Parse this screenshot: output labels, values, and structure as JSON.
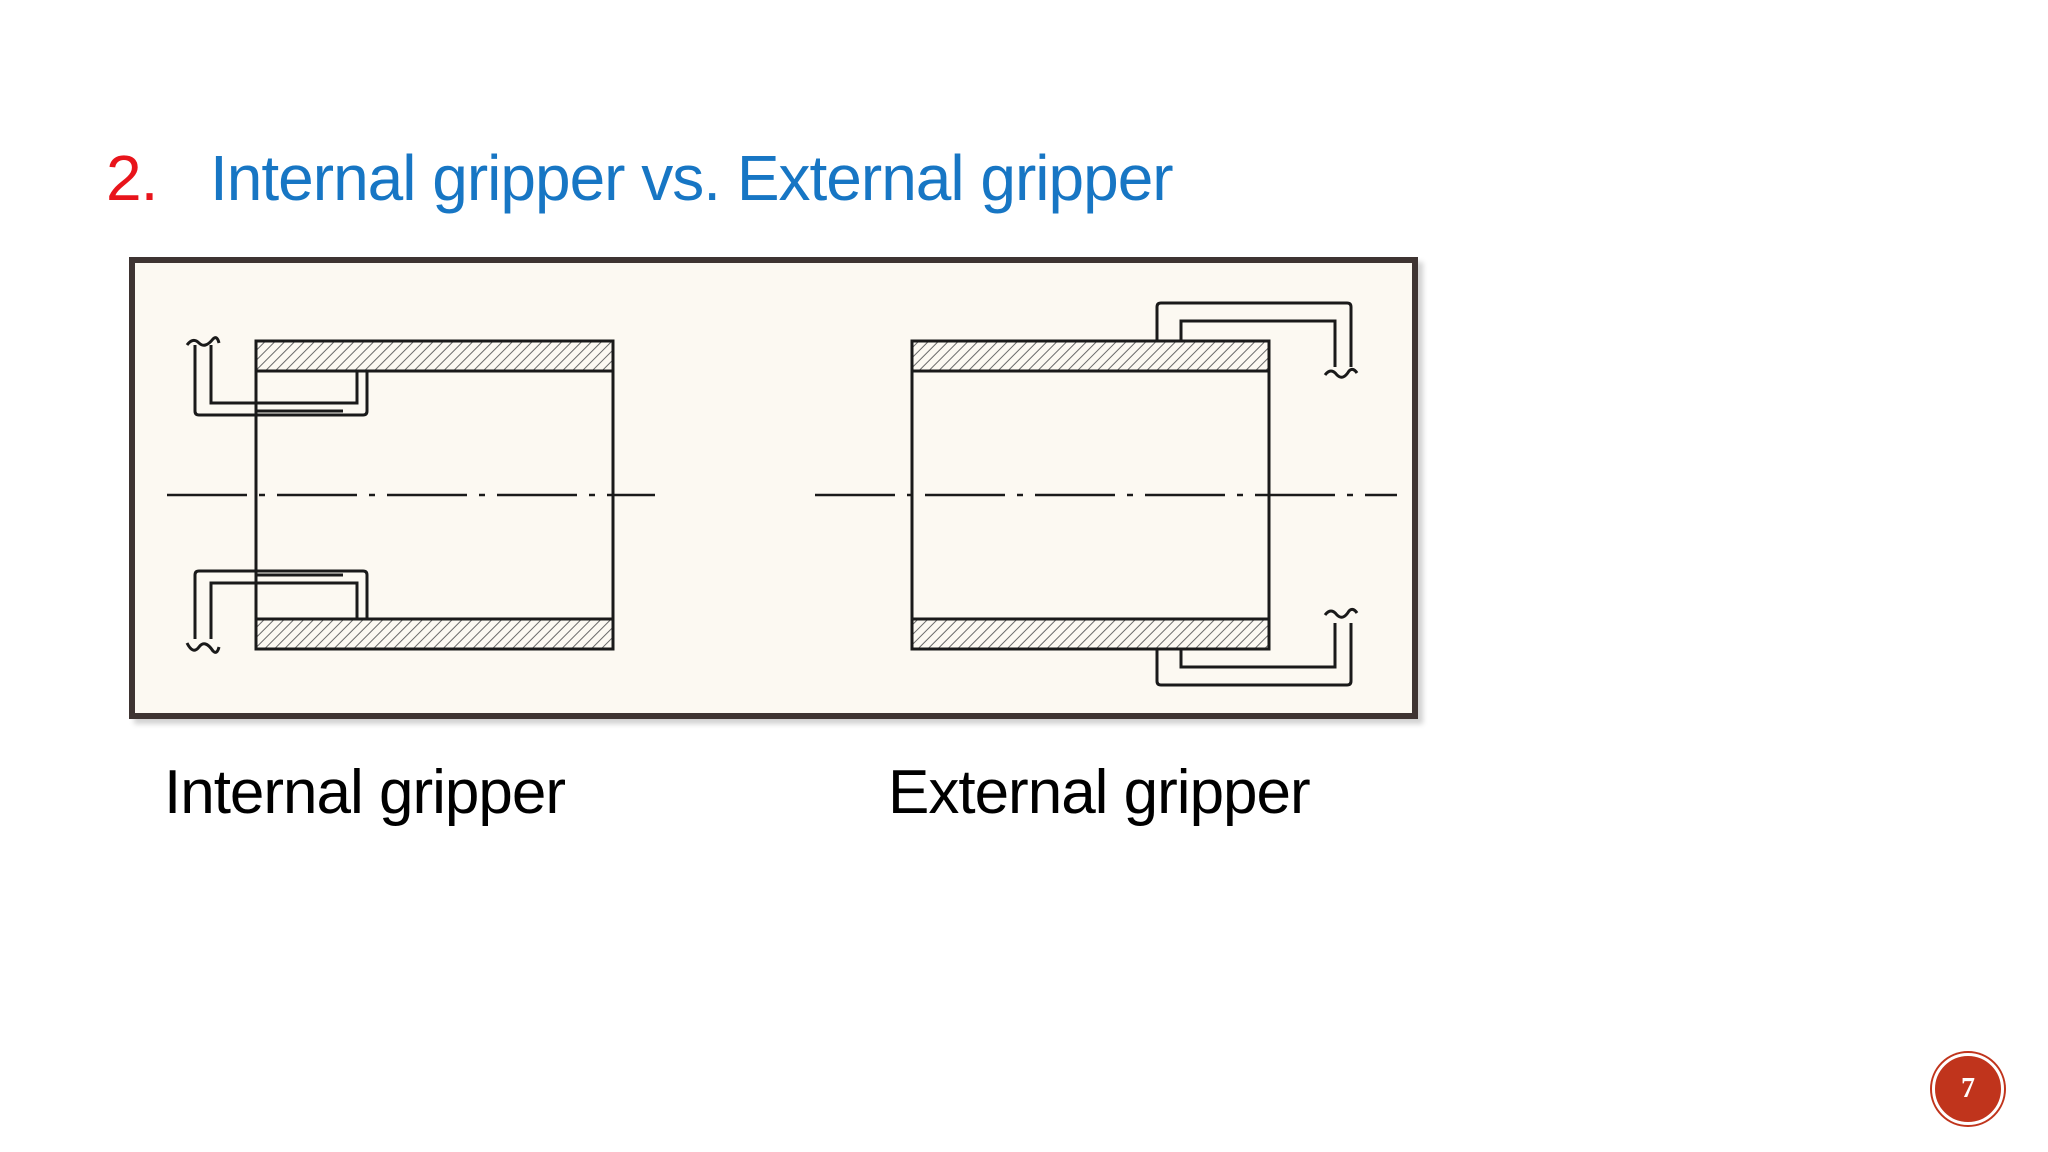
{
  "slide": {
    "title_number": "2.",
    "title_text": "Internal gripper vs. External gripper",
    "page_number": "7"
  },
  "figure": {
    "captions": {
      "internal": "Internal gripper",
      "external": "External gripper"
    }
  },
  "colors": {
    "title_number": "#e8141b",
    "title_text": "#1776c4",
    "frame_border": "#3e3432",
    "frame_fill": "#fcf9f2",
    "page_badge": "#c0341c"
  }
}
